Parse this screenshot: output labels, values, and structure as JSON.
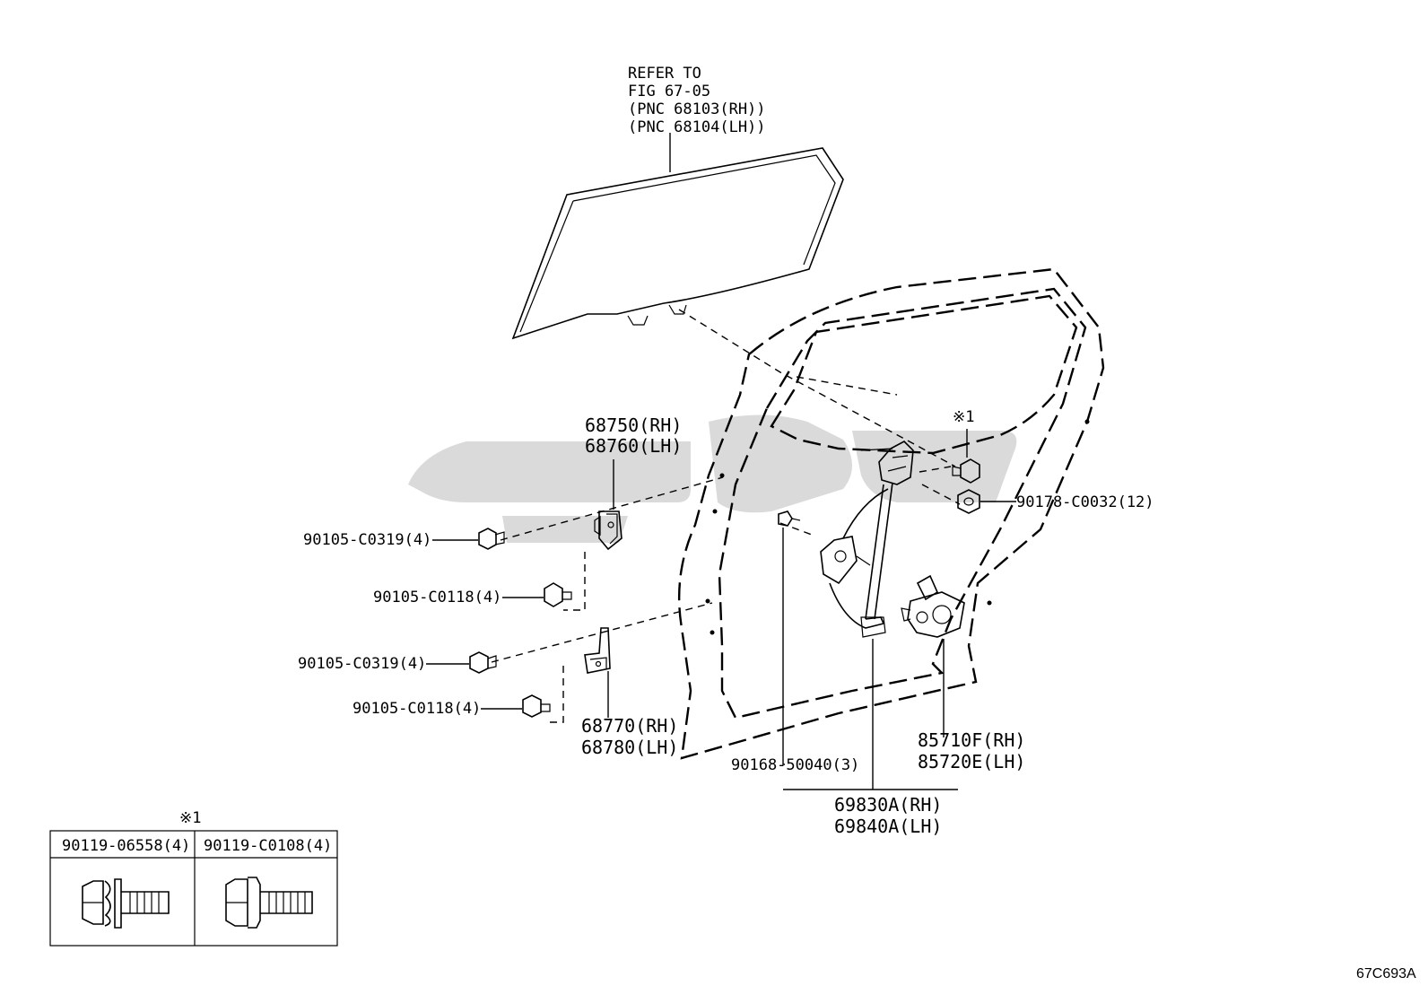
{
  "window_glass_note": {
    "line1": "REFER TO",
    "line2": "FIG 67-05",
    "line3": "(PNC 68103(RH))",
    "line4": "(PNC 68104(LH))"
  },
  "labels": {
    "hinge_upper_rh": "68750(RH)",
    "hinge_upper_lh": "68760(LH)",
    "bolt_upper_outer": "90105-C0319(4)",
    "bolt_upper_inner": "90105-C0118(4)",
    "bolt_lower_outer": "90105-C0319(4)",
    "bolt_lower_inner": "90105-C0118(4)",
    "hinge_lower_rh": "68770(RH)",
    "hinge_lower_lh": "68780(LH)",
    "ref_mark_bolt": "※1",
    "nut": "90178-C0032(12)",
    "clip": "90168-50040(3)",
    "regulator_rh": "69830A(RH)",
    "regulator_lh": "69840A(LH)",
    "motor_rh": "85710F(RH)",
    "motor_lh": "85720E(LH)"
  },
  "ref_table": {
    "mark": "※1",
    "col1": "90119-06558(4)",
    "col2": "90119-C0108(4)"
  },
  "figure_code": "67C693A",
  "watermark_color": "#d4d4d4"
}
